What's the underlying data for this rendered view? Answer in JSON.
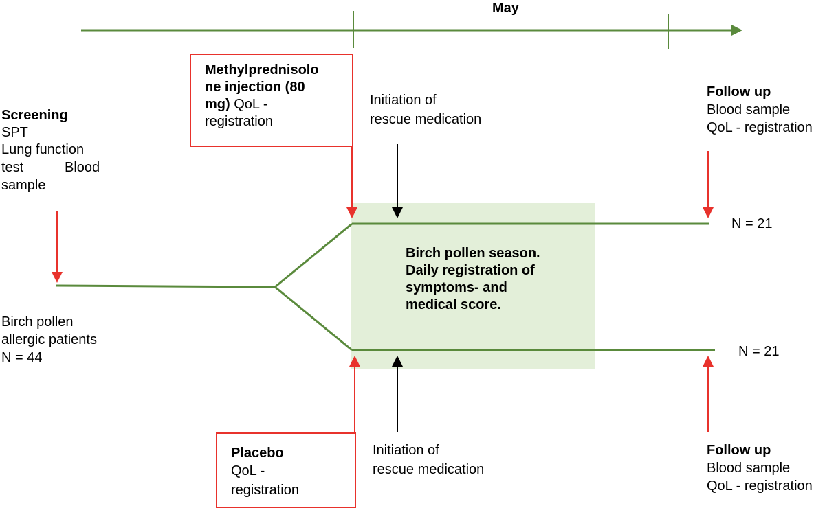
{
  "timeline": {
    "month_label": "May"
  },
  "screening": {
    "title": "Screening",
    "lines": [
      "SPT",
      "Lung function",
      "test",
      "Blood",
      "sample"
    ]
  },
  "patients": {
    "lines": [
      "Birch pollen",
      "allergic patients",
      "N = 44"
    ]
  },
  "treatment_box": {
    "line1": "Methylprednisolo",
    "line2": "ne injection (80",
    "line3_bold": "mg)",
    "line3_rest": " QoL -",
    "line4": "registration"
  },
  "placebo_box": {
    "title": "Placebo",
    "line2": "QoL -",
    "line3": "registration"
  },
  "rescue_top": {
    "line1": "Initiation of",
    "line2": "rescue medication"
  },
  "rescue_bottom": {
    "line1": "Initiation of",
    "line2": "rescue medication"
  },
  "season": {
    "line1": "Birch pollen season.",
    "line2": "Daily registration of",
    "line3": "symptoms- and",
    "line4": "medical score."
  },
  "followup_top": {
    "title": "Follow up",
    "line2": "Blood sample",
    "line3": "QoL - registration"
  },
  "followup_bottom": {
    "title": "Follow up",
    "line2": "Blood sample",
    "line3": "QoL - registration"
  },
  "n_top": "N = 21",
  "n_bottom": "N = 21",
  "colors": {
    "line_green": "#5a8a3c",
    "season_fill": "#e3efd9",
    "red_arrow": "#e8322c",
    "black_arrow": "#000000"
  }
}
